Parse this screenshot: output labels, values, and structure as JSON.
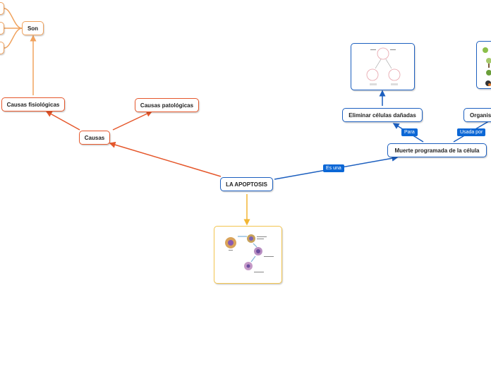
{
  "colors": {
    "orange": "#e5572b",
    "light_orange": "#f0a25d",
    "blue": "#1c5fbf",
    "tag_blue": "#0b67d6",
    "yellow": "#f2c44e"
  },
  "nodes": {
    "root": "LA APOPTOSIS",
    "causas": "Causas",
    "fisiologicas": "Causas fisiológicas",
    "patologicas": "Causas patológicas",
    "son": "Son",
    "muerte": "Muerte programada de la célula",
    "eliminar": "Eliminar células dañadas",
    "organismos": "Organis"
  },
  "tags": {
    "es_una": "Es una",
    "para": "Para",
    "usada_por": "Usada por"
  },
  "images": {
    "apoptosis_diagram": "apoptosis-stages-illustration",
    "damaged_cells": "damaged-cell-elimination-illustration",
    "organisms": "organisms-illustration"
  }
}
